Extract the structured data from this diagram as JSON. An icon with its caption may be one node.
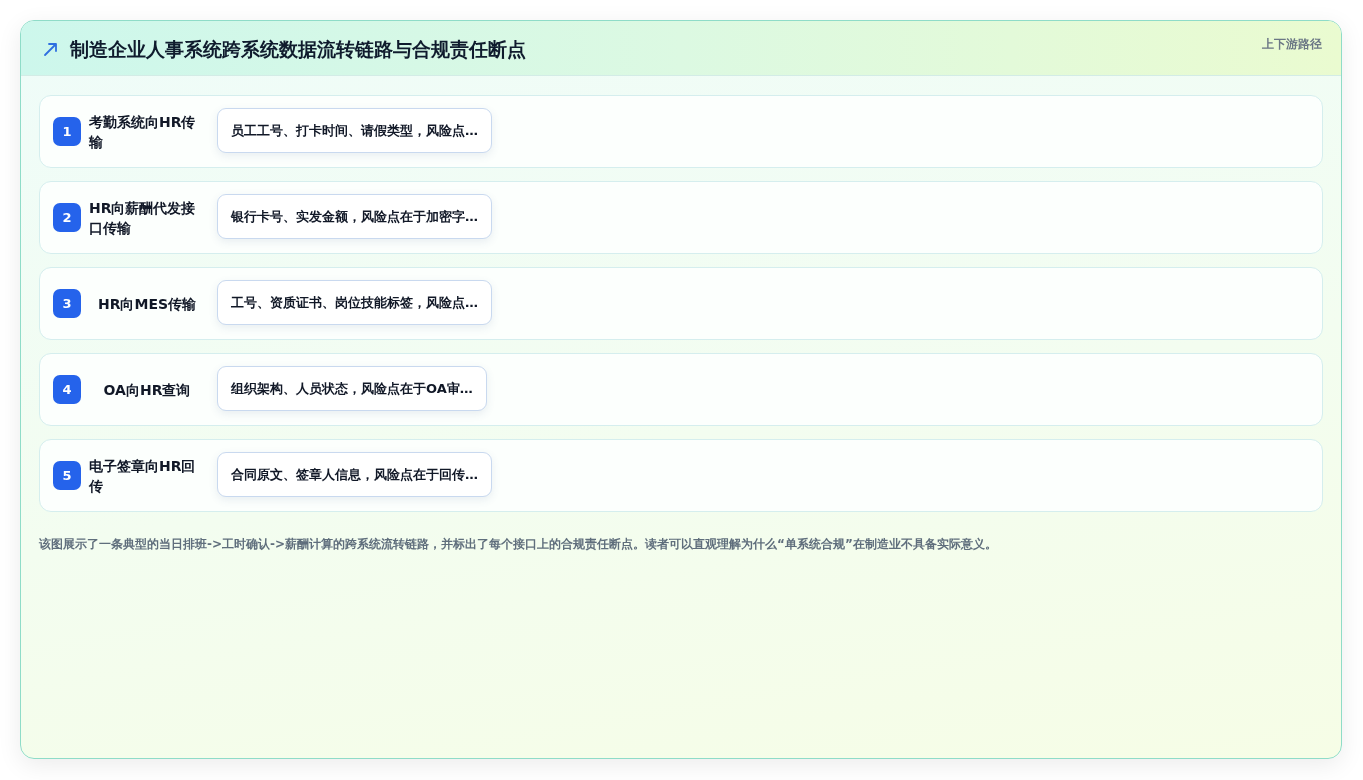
{
  "diagram": {
    "title": "制造企业人事系统跨系统数据流转链路与合规责任断点",
    "caption": "该图展示了一条典型的当日排班->工时确认->薪酬计算的跨系统流转链路，并标出了每个接口上的合规责任断点。读者可以直观理解为什么“单系统合规”在制造业不具备实际意义。",
    "nodes": [
      {
        "text": [
          "考勤系统向HR传输"
        ]
      },
      {
        "text": [
          "1"
        ],
        "in": 0
      },
      {
        "text": [
          "员工工号、打卡时间、请假类型，风险点…"
        ],
        "in": 0
      },
      {
        "text": [
          "HR向薪酬代发接口传输"
        ]
      },
      {
        "text": [
          "2"
        ],
        "in": 3
      },
      {
        "text": [
          "银行卡号、实发金额，风险点在于加密字…"
        ],
        "in": 3
      },
      {
        "text": [
          "HR向MES传输"
        ]
      },
      {
        "text": [
          "3"
        ],
        "in": 6
      },
      {
        "text": [
          "工号、资质证书、岗位技能标签，风险点…"
        ],
        "in": 6
      },
      {
        "text": [
          "OA向HR查询"
        ]
      },
      {
        "text": [
          "4"
        ],
        "in": 9
      },
      {
        "text": [
          "组织架构、人员状态，风险点在于OA审…"
        ],
        "in": 9
      },
      {
        "text": [
          "电子签章向HR回传"
        ]
      },
      {
        "text": [
          "5"
        ],
        "in": 12
      },
      {
        "text": [
          "合同原文、签章人信息，风险点在于回传…"
        ],
        "in": 12
      }
    ],
    "labels": [
      "上下游路径"
    ]
  }
}
